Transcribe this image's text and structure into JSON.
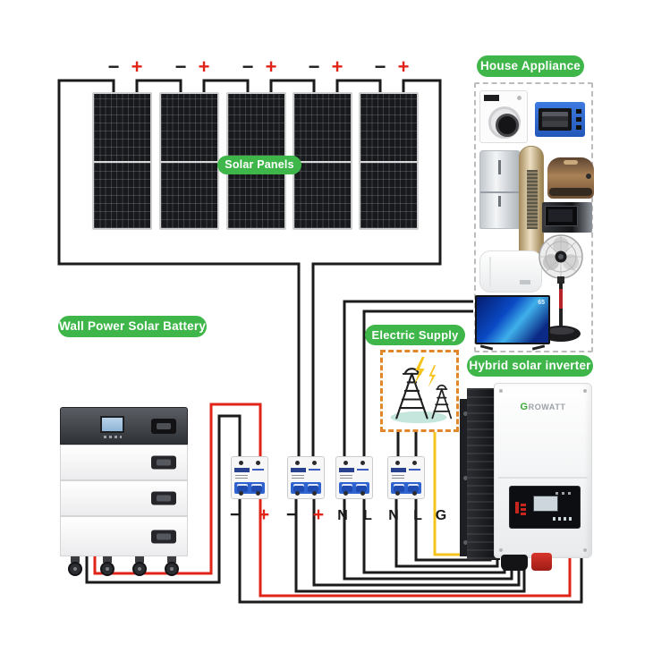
{
  "pills": {
    "solar_panels": "Solar Panels",
    "battery": "Wall Power Solar Battery",
    "electric_supply": "Electric Supply",
    "house_appliance": "House Appliance",
    "hybrid_inverter": "Hybrid solar inverter"
  },
  "pv_terminals": [
    {
      "minus": "−",
      "plus": "+"
    },
    {
      "minus": "−",
      "plus": "+"
    },
    {
      "minus": "−",
      "plus": "+"
    },
    {
      "minus": "−",
      "plus": "+"
    },
    {
      "minus": "−",
      "plus": "+"
    }
  ],
  "breakers": [
    {
      "left": "−",
      "right": "+"
    },
    {
      "left": "−",
      "right": "+"
    },
    {
      "left": "N",
      "right": "L"
    },
    {
      "left": "N",
      "right": "L"
    }
  ],
  "ground_label": "G",
  "inverter": {
    "brand_initial": "G",
    "brand_rest": "ROWATT"
  },
  "tv_badge": "65",
  "appliances": [
    "washing-machine",
    "toaster-oven",
    "refrigerator",
    "air-conditioner-tower",
    "rice-cooker",
    "microwave-oven",
    "water-heater",
    "stand-fan",
    "television"
  ],
  "colors": {
    "label_green": "#3eb64a",
    "wire_black": "#1b1b1b",
    "wire_red": "#e02418",
    "wire_ground_yellow": "#f2c41d",
    "supply_box_orange": "#e2862a",
    "house_box_gray": "#bcbcbc",
    "breaker_blue": "#2f63cf",
    "inverter_brand_green": "#3aa935"
  }
}
